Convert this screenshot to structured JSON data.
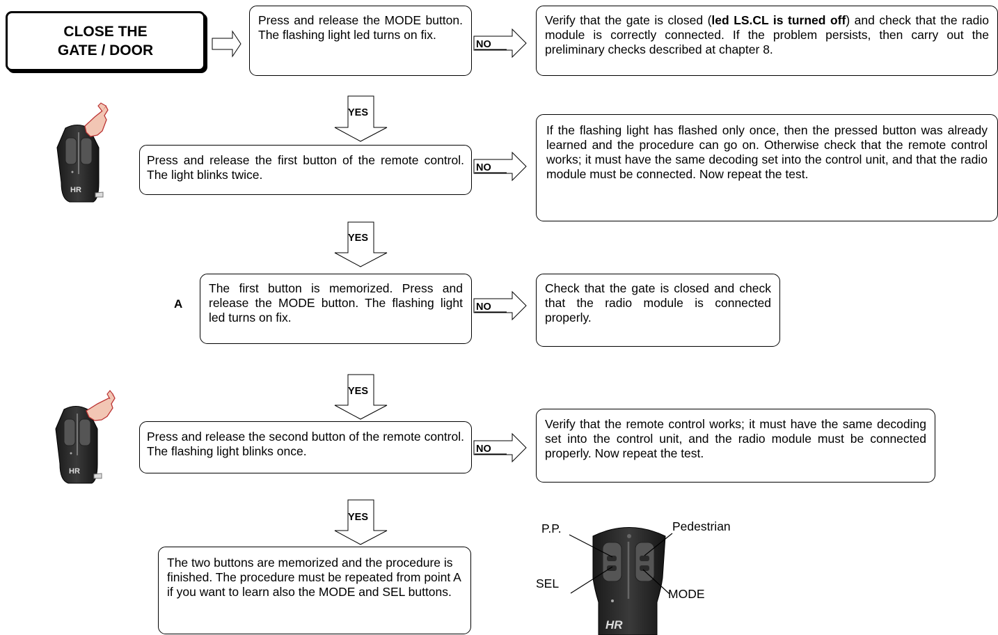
{
  "start": {
    "title": "CLOSE THE GATE / DOOR"
  },
  "steps": [
    "Press and release the MODE button. The flashing light led turns on fix.",
    "Press and release the first button of the remote control. The light  blinks twice.",
    "The first button is memorized. Press and release the MODE button. The flashing light led turns on fix.",
    "Press and release the second button of the remote control. The flashing light  blinks once.",
    "The two buttons are memorized and the procedure is finished. The procedure must be repeated from point A if you want to learn also the MODE and SEL buttons."
  ],
  "no_branches": {
    "b1": {
      "prefix": "Verify that the gate is closed (",
      "bold": "led LS.CL is turned off",
      "suffix": ") and check that the radio module is correctly connected. If the problem persists, then carry out the preliminary checks described at chapter 8."
    },
    "b2": "If the flashing light has flashed only once, then the pressed button was already learned and the procedure can go on. Otherwise check that the remote control works; it must have the same decoding set into the control unit, and that the radio module must be connected. Now repeat the test.",
    "b3": "Check that the gate is closed and check that the radio module is connected properly.",
    "b4": "Verify that the remote control works; it must have the same decoding set into the control unit, and the radio module must be connected properly. Now repeat the test."
  },
  "labels": {
    "yes": "YES",
    "no": "NO",
    "point_a": "A"
  },
  "remote_labels": {
    "pp": "P.P.",
    "pedestrian": "Pedestrian",
    "sel": "SEL",
    "mode": "MODE",
    "brand": "HR"
  },
  "icons": [
    "remote-with-pointing-hand-icon",
    "remote-control-icon"
  ]
}
